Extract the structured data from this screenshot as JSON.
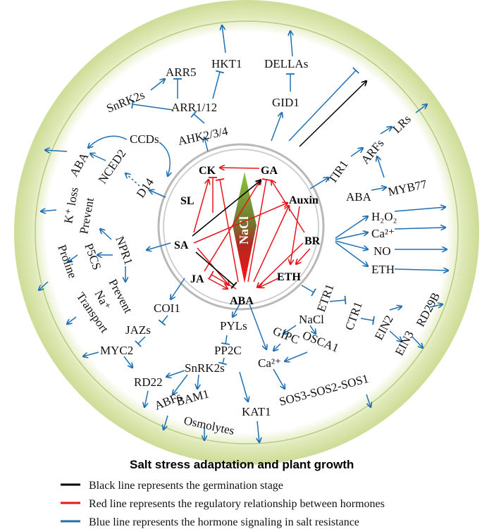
{
  "diagram": {
    "title": "Salt stress adaptation and plant growth",
    "center": {
      "label": "NaCl"
    },
    "hormones": {
      "ck": "CK",
      "ga": "GA",
      "sl": "SL",
      "auxin": "Auxin",
      "sa": "SA",
      "br": "BR",
      "ja": "JA",
      "eth": "ETH",
      "aba": "ABA"
    },
    "labels": {
      "hkt1": "HKT1",
      "dellas": "DELLAs",
      "arr5": "ARR5",
      "snrk2s_top": "SnRK2s",
      "arr1_12": "ARR1/12",
      "gid1": "GID1",
      "ahk": "AHK2/3/4",
      "ccds": "CCDs",
      "aba_left": "ABA",
      "nced2": "NCED2",
      "d14": "D14",
      "prevent_k": "Prevent",
      "k_loss": "K⁺ loss",
      "npr1": "NPR1",
      "p5cs": "P5CS",
      "proline": "Proline",
      "prevent_na": "Prevent",
      "na_plus": "Na⁺",
      "transport": "Transport",
      "coi1": "COI1",
      "jazs": "JAZs",
      "myc2": "MYC2",
      "rd22": "RD22",
      "abfs": "ABFs",
      "bam1": "BAM1",
      "osmolytes": "Osmolytes",
      "kat1": "KAT1",
      "pyls": "PYLs",
      "pp2c": "PP2C",
      "snrk2s_bottom": "SnRK2s",
      "nacl_small": "NaCl",
      "gipc": "GIPC",
      "osca1": "OSCA1",
      "ca_small": "Ca²⁺",
      "sos": "SOS3-SOS2-SOS1",
      "etr1": "ETR1",
      "ctr1": "CTR1",
      "ein2": "EIN2",
      "ein3": "EIN3",
      "rd29b": "RD29B",
      "tir1": "TIR1",
      "arfs": "ARFs",
      "lrs": "LRs",
      "aba_right": "ABA",
      "myb77": "MYB77",
      "h2o2": "H₂O₂",
      "ca2": "Ca²⁺",
      "no": "NO",
      "eth_right": "ETH"
    },
    "colors": {
      "black_line": "#000000",
      "red_line": "#e8141b",
      "blue_line": "#1f6fb2"
    }
  },
  "legend": [
    {
      "color": "#000000",
      "text": "Black line represents the germination stage"
    },
    {
      "color": "#e8141b",
      "text": "Red line represents the regulatory relationship between hormones"
    },
    {
      "color": "#1f6fb2",
      "text": "Blue line represents the hormone signaling in salt resistance"
    }
  ]
}
